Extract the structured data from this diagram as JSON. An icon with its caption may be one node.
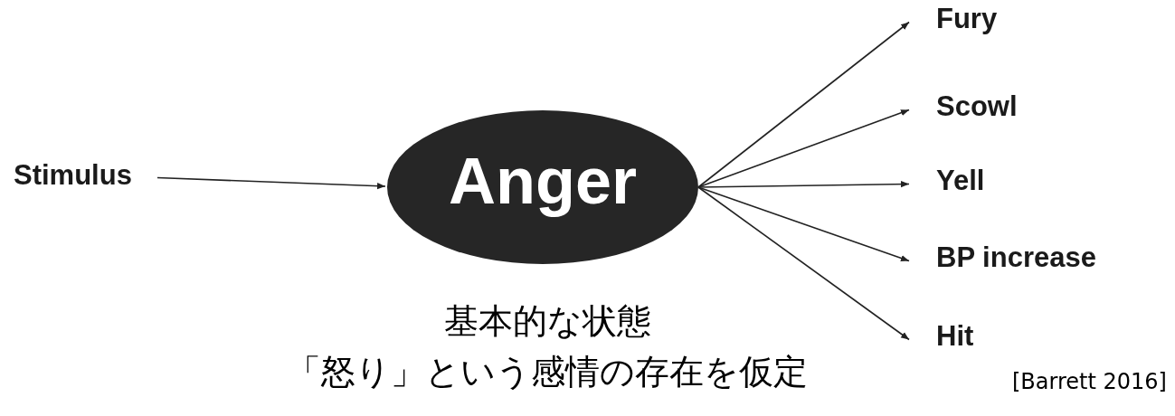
{
  "diagram": {
    "nodes": [
      {
        "text": [
          "Stimulus"
        ]
      },
      {
        "text": [
          "Anger"
        ]
      },
      {
        "text": [
          "Fury"
        ]
      },
      {
        "text": [
          "Scowl"
        ]
      },
      {
        "text": [
          "Yell"
        ]
      },
      {
        "text": [
          "BP increase"
        ]
      },
      {
        "text": [
          "Hit"
        ]
      }
    ],
    "edges": [
      {
        "from": 0,
        "to": 1,
        "arrow": "to"
      },
      {
        "from": 1,
        "to": 2,
        "arrow": "to"
      },
      {
        "from": 1,
        "to": 3,
        "arrow": "to"
      },
      {
        "from": 1,
        "to": 4,
        "arrow": "to"
      },
      {
        "from": 1,
        "to": 5,
        "arrow": "to"
      },
      {
        "from": 1,
        "to": 6,
        "arrow": "to"
      }
    ],
    "labels": [
      "基本的な状態",
      "「怒り」という感情の存在を仮定",
      "[Barrett 2016]"
    ]
  }
}
